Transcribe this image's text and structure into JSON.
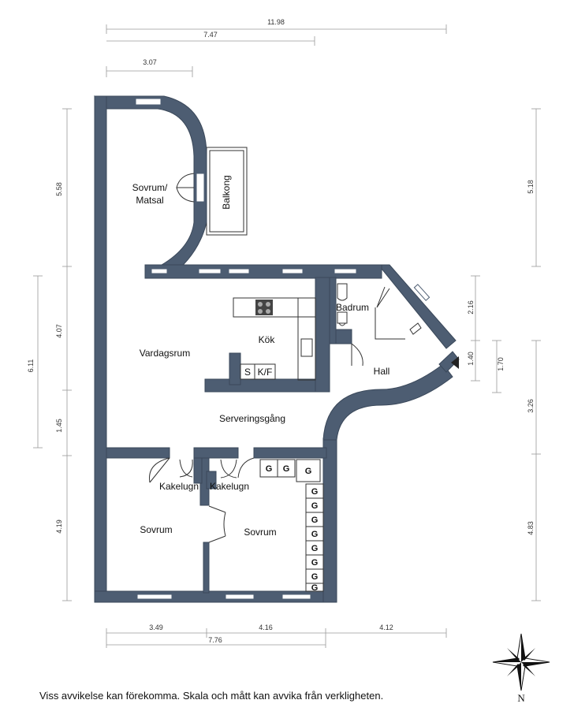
{
  "dimensions": {
    "top": [
      "11.98",
      "7.47",
      "3.07"
    ],
    "left": [
      "5.58",
      "4.07",
      "6.11",
      "1.45",
      "4.19"
    ],
    "right": [
      "5.18",
      "2.16",
      "1.40",
      "1.70",
      "3.26",
      "4.83"
    ],
    "bottom": [
      "3.49",
      "4.16",
      "4.12",
      "7.76"
    ]
  },
  "rooms": {
    "sovrum_matsal_1": "Sovrum/",
    "sovrum_matsal_2": "Matsal",
    "balkong": "Balkong",
    "badrum": "Badrum",
    "kok": "Kök",
    "vardagsrum": "Vardagsrum",
    "hall": "Hall",
    "serveringsgang": "Serveringsgång",
    "kakelugn_left": "Kakelugn",
    "kakelugn_right": "Kakelugn",
    "sovrum_left": "Sovrum",
    "sovrum_right": "Sovrum"
  },
  "fixtures": {
    "stove_s": "S",
    "fridge_kf": "K/F",
    "closet_label": "G",
    "closet_count": 11
  },
  "disclaimer": "Viss avvikelse kan förekomma. Skala och mått kan avvika från verkligheten.",
  "compass": {
    "north_label": "N"
  },
  "colors": {
    "wall": "#4d5d72"
  }
}
